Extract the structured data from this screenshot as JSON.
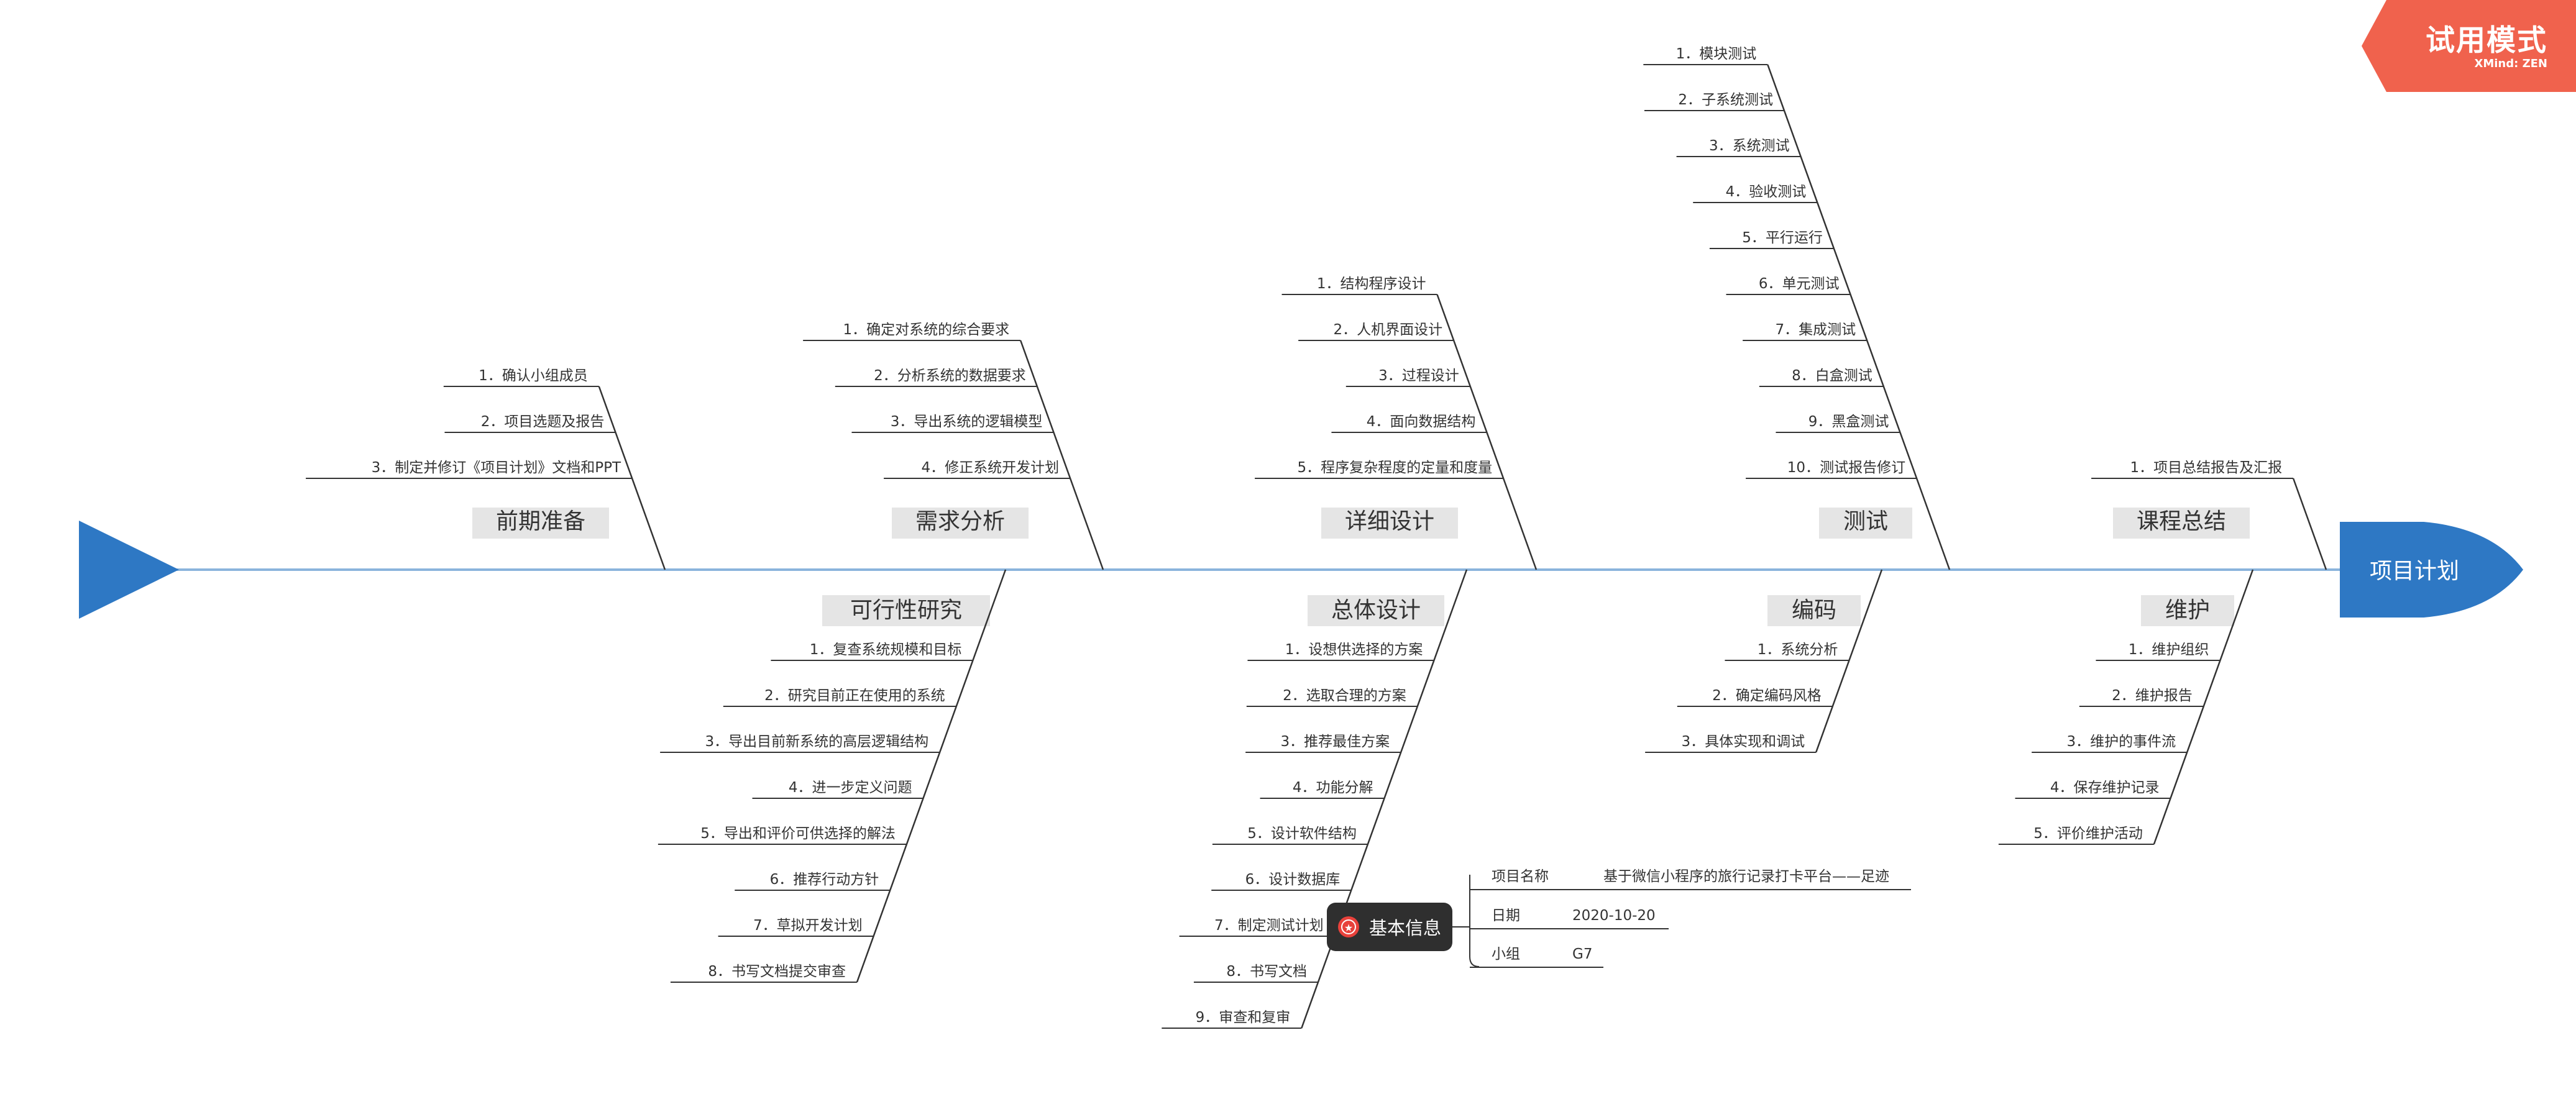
{
  "trial_badge": {
    "label": "试用模式",
    "sub": "XMind: ZEN"
  },
  "diagram": {
    "head_label": "项目计划",
    "top_categories": [
      {
        "label": "前期准备",
        "items": [
          "1．确认小组成员",
          "2．项目选题及报告",
          "3．制定并修订《项目计划》文档和PPT"
        ]
      },
      {
        "label": "需求分析",
        "items": [
          "1．确定对系统的综合要求",
          "2．分析系统的数据要求",
          "3．导出系统的逻辑模型",
          "4．修正系统开发计划"
        ]
      },
      {
        "label": "详细设计",
        "items": [
          "1．结构程序设计",
          "2．人机界面设计",
          "3．过程设计",
          "4．面向数据结构",
          "5．程序复杂程度的定量和度量"
        ]
      },
      {
        "label": "测试",
        "items": [
          "1．模块测试",
          "2．子系统测试",
          "3．系统测试",
          "4．验收测试",
          "5．平行运行",
          "6．单元测试",
          "7．集成测试",
          "8．白盒测试",
          "9．黑盒测试",
          "10．测试报告修订"
        ]
      },
      {
        "label": "课程总结",
        "items": [
          "1．项目总结报告及汇报"
        ]
      }
    ],
    "bottom_categories": [
      {
        "label": "可行性研究",
        "items": [
          "1．复查系统规模和目标",
          "2．研究目前正在使用的系统",
          "3．导出目前新系统的高层逻辑结构",
          "4．进一步定义问题",
          "5．导出和评价可供选择的解法",
          "6．推荐行动方针",
          "7．草拟开发计划",
          "8．书写文档提交审查"
        ]
      },
      {
        "label": "总体设计",
        "items": [
          "1．设想供选择的方案",
          "2．选取合理的方案",
          "3．推荐最佳方案",
          "4．功能分解",
          "5．设计软件结构",
          "6．设计数据库",
          "7．制定测试计划",
          "8．书写文档",
          "9．审查和复审"
        ]
      },
      {
        "label": "编码",
        "items": [
          "1．系统分析",
          "2．确定编码风格",
          "3．具体实现和调试"
        ]
      },
      {
        "label": "维护",
        "items": [
          "1．维护组织",
          "2．维护报告",
          "3．维护的事件流",
          "4．保存维护记录",
          "5．评价维护活动"
        ]
      }
    ],
    "info": {
      "label": "基本信息",
      "rows": [
        {
          "key": "项目名称",
          "value": "基于微信小程序的旅行记录打卡平台——足迹"
        },
        {
          "key": "日期",
          "value": "2020-10-20"
        },
        {
          "key": "小组",
          "value": "G7"
        }
      ]
    }
  },
  "colors": {
    "spine": "#8ab4dc",
    "head": "#2e78c4",
    "category_bg": "#e5e5e5",
    "line": "#333333",
    "badge": "#f0624d",
    "info_node": "#2f2f2f",
    "info_icon": "#e8413b"
  }
}
